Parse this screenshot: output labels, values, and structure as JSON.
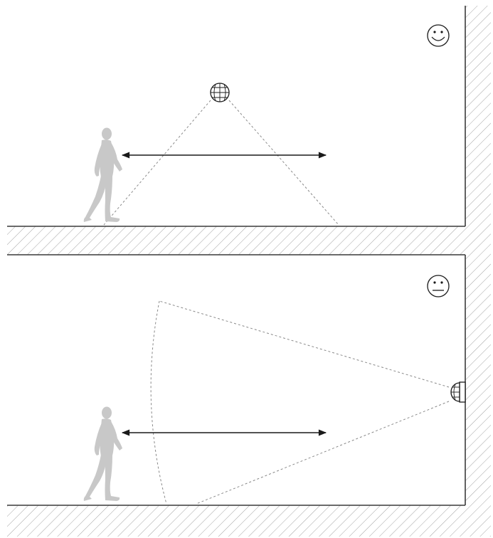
{
  "diagram": {
    "panels": [
      {
        "id": "ceiling-mount",
        "rating": "happy",
        "rating_icon": "smiley-happy-icon",
        "sensor_mount": "ceiling",
        "motion": "across-detection-zone"
      },
      {
        "id": "wall-mount",
        "rating": "neutral",
        "rating_icon": "smiley-neutral-icon",
        "sensor_mount": "wall",
        "motion": "toward-sensor"
      }
    ],
    "colors": {
      "wall": "#3a3a3a",
      "hatch": "#9a9a9a",
      "cone": "#8a8a8a",
      "person": "#c8c8c8",
      "arrow": "#1a1a1a"
    },
    "icons": [
      "smiley-happy-icon",
      "smiley-neutral-icon",
      "motion-sensor-icon",
      "walking-person-icon",
      "double-arrow-icon"
    ]
  }
}
